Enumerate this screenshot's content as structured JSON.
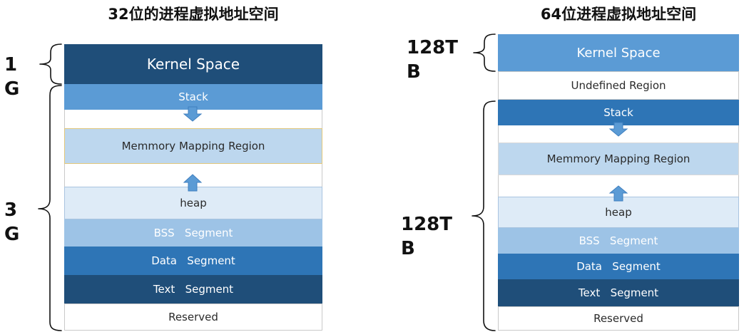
{
  "colors": {
    "dark": "#1f4e79",
    "medium": "#2e75b6",
    "bright": "#5b9bd5",
    "light": "#9dc3e6",
    "pale": "#bdd7ee",
    "paler": "#deebf7",
    "white": "#ffffff",
    "arrow": "#5b9bd5",
    "bracket": "#111111"
  },
  "left": {
    "title": "32位的进程虚拟地址空间",
    "kernel_label_line1": "1",
    "kernel_label_line2": "G",
    "user_label_line1": "3",
    "user_label_line2": "G",
    "kernel": "Kernel Space",
    "stack": "Stack",
    "mmap": "Memmory Mapping Region",
    "heap": "heap",
    "bss": "BSS   Segment",
    "data": "Data   Segment",
    "text": "Text   Segment",
    "reserved": "Reserved"
  },
  "right": {
    "title": "64位进程虚拟地址空间",
    "kernel_label_line1": "128T",
    "kernel_label_line2": "B",
    "user_label_line1": "128T",
    "user_label_line2": "B",
    "kernel": "Kernel Space",
    "undefined": "Undefined Region",
    "stack": "Stack",
    "mmap": "Memmory Mapping Region",
    "heap": "heap",
    "bss": "BSS   Segment",
    "data": "Data   Segment",
    "text": "Text   Segment",
    "reserved": "Reserved"
  }
}
